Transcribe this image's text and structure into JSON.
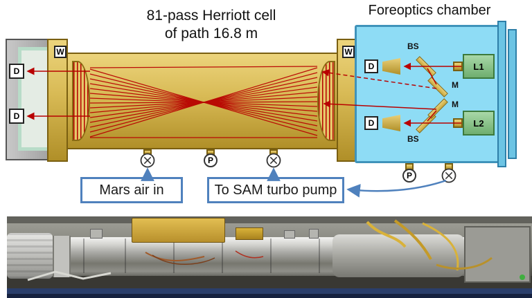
{
  "figure": {
    "title_line1": "81-pass Herriott cell",
    "title_line2": "of path 16.8 m",
    "foreoptics_title": "Foreoptics chamber",
    "labels": {
      "window": "W",
      "detector": "D",
      "beam_splitter": "BS",
      "mirror": "M",
      "laser_1": "L1",
      "laser_2": "L2",
      "pressure_gauge": "P"
    },
    "callouts": {
      "mars_air_in": "Mars air in",
      "turbo_pump": "To SAM turbo pump"
    },
    "colors": {
      "cell_gold": "#d8ba55",
      "beam_red": "#b80000",
      "chamber_blue": "#8edcf5",
      "laser_green": "#8cc98c",
      "callout_blue": "#4f81bd",
      "endcap_gray": "#b0b0b0"
    }
  }
}
